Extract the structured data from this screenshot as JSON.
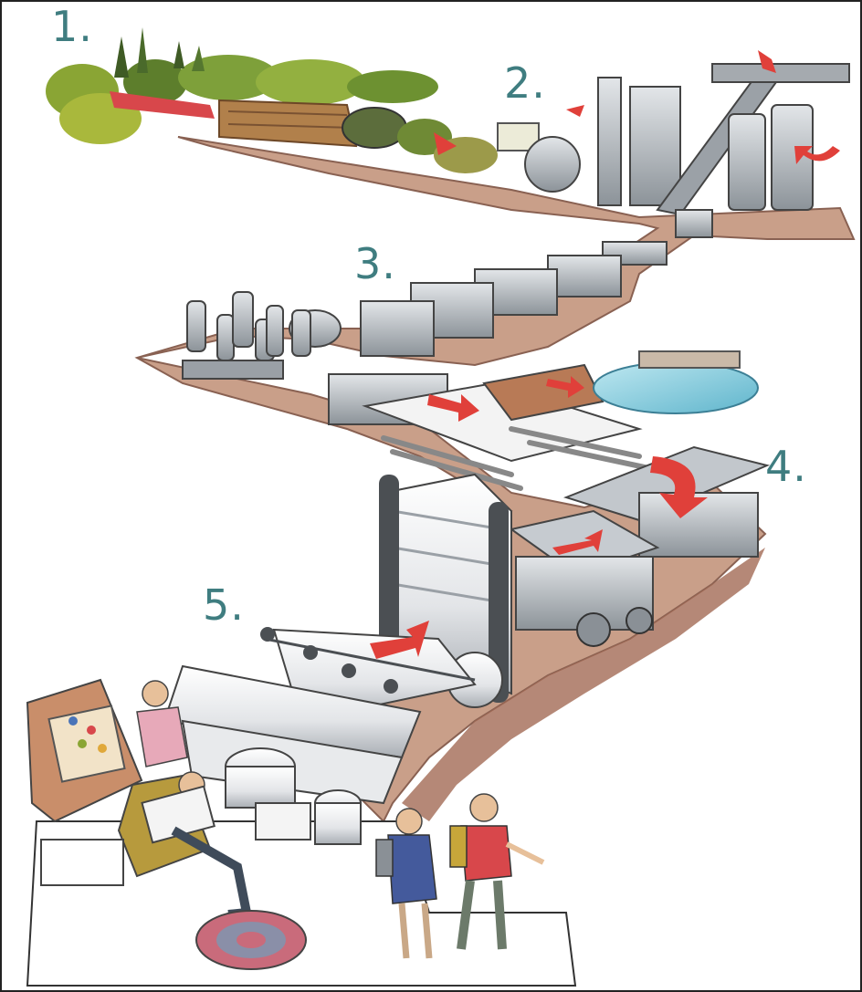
{
  "steps": [
    {
      "label": "1."
    },
    {
      "label": "2."
    },
    {
      "label": "3."
    },
    {
      "label": "4."
    },
    {
      "label": "5."
    }
  ],
  "colors": {
    "step_label": "#3f7d80",
    "path_brown": "#b5826c",
    "path_dark": "#8a5a48",
    "arrow_red": "#e0403a",
    "machine_grey": "#b9bec4",
    "machine_dark": "#7f868d",
    "paper_white": "#f1f2f4",
    "water_blue": "#8fd0e0",
    "forest_green": "#8fae3e",
    "wood_brown": "#a97a45"
  },
  "icons": [
    "curved-arrow-icon",
    "straight-arrow-icon"
  ]
}
